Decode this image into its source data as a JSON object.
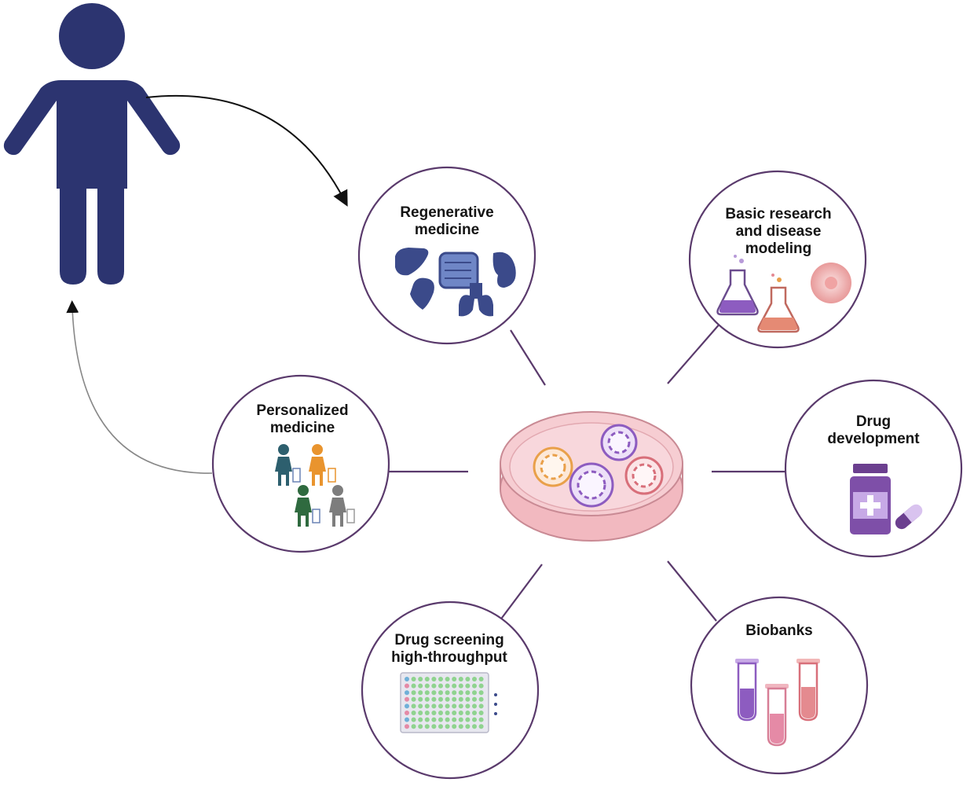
{
  "diagram": {
    "center": {
      "name": "organoid-culture-dish"
    },
    "applications": [
      {
        "id": "regenerative",
        "label": "Regenerative\nmedicine"
      },
      {
        "id": "basic-research",
        "label": "Basic research\nand disease\nmodeling"
      },
      {
        "id": "personalized",
        "label": "Personalized\nmedicine"
      },
      {
        "id": "drug-development",
        "label": "Drug\ndevelopment"
      },
      {
        "id": "drug-screening",
        "label": "Drug screening\nhigh-throughput"
      },
      {
        "id": "biobanks",
        "label": "Biobanks"
      }
    ],
    "colors": {
      "figure": "#2c3470",
      "circle_border": "#5a3a6c",
      "dish": "#f4c2c8",
      "purple": "#8d5cc0",
      "orange": "#e9a04a",
      "pink": "#e58a93"
    }
  }
}
